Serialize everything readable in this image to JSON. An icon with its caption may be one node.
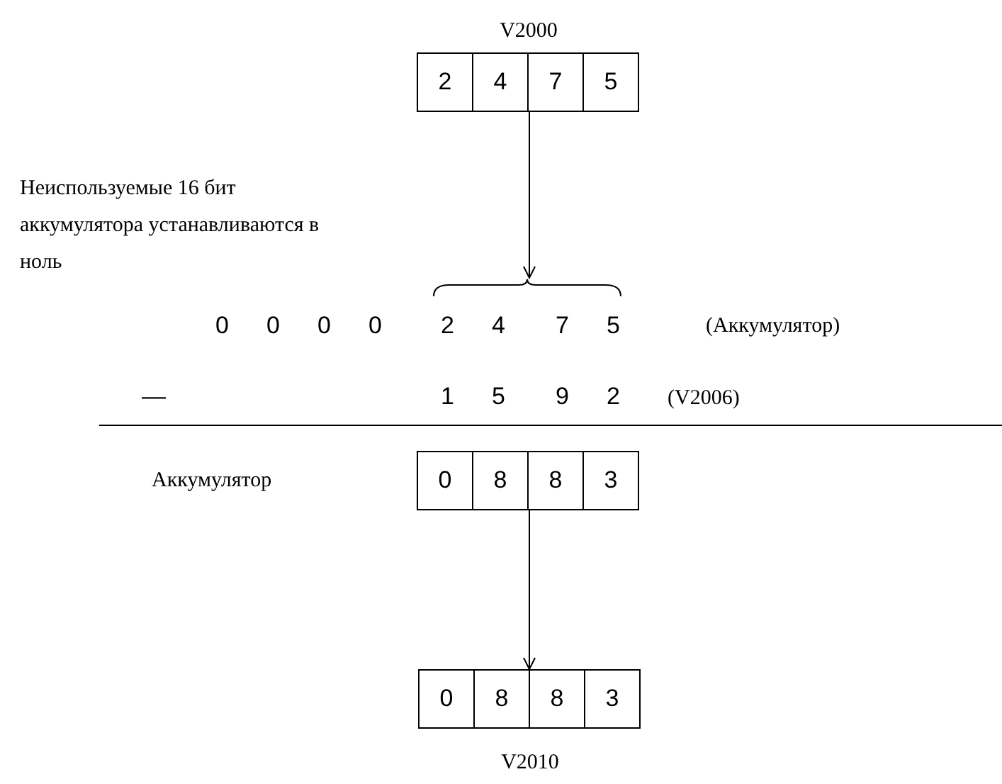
{
  "diagram": {
    "nodes": [
      {
        "text": [
          "V2000"
        ]
      },
      {
        "text": [
          "2"
        ],
        "in": 0
      },
      {
        "text": [
          "4"
        ],
        "in": 0
      },
      {
        "text": [
          "7"
        ],
        "in": 0
      },
      {
        "text": [
          "5"
        ],
        "in": 0
      },
      {
        "text": [],
        "shape": "brace"
      },
      {
        "text": [
          "Аккумулятор"
        ]
      },
      {
        "text": [
          "0"
        ],
        "in": 6
      },
      {
        "text": [
          "8"
        ],
        "in": 6
      },
      {
        "text": [
          "8"
        ],
        "in": 6
      },
      {
        "text": [
          "3"
        ],
        "in": 6
      },
      {
        "text": [
          "V2010"
        ]
      },
      {
        "text": [
          "0"
        ],
        "in": 11
      },
      {
        "text": [
          "8"
        ],
        "in": 11
      },
      {
        "text": [
          "8"
        ],
        "in": 11
      },
      {
        "text": [
          "3"
        ],
        "in": 11
      }
    ],
    "edges": [
      {
        "from": 0,
        "to": 5,
        "arrow": "to"
      },
      {
        "from": 6,
        "to": 11,
        "arrow": "to"
      }
    ],
    "labels": [
      "Неиспользуемые 16 бит аккумулятора устанавливаются в ноль",
      "0",
      "0",
      "0",
      "0",
      "2",
      "4",
      "7",
      "5",
      "(Аккумулятор)",
      "—",
      "1",
      "5",
      "9",
      "2",
      "(V2006)"
    ]
  }
}
